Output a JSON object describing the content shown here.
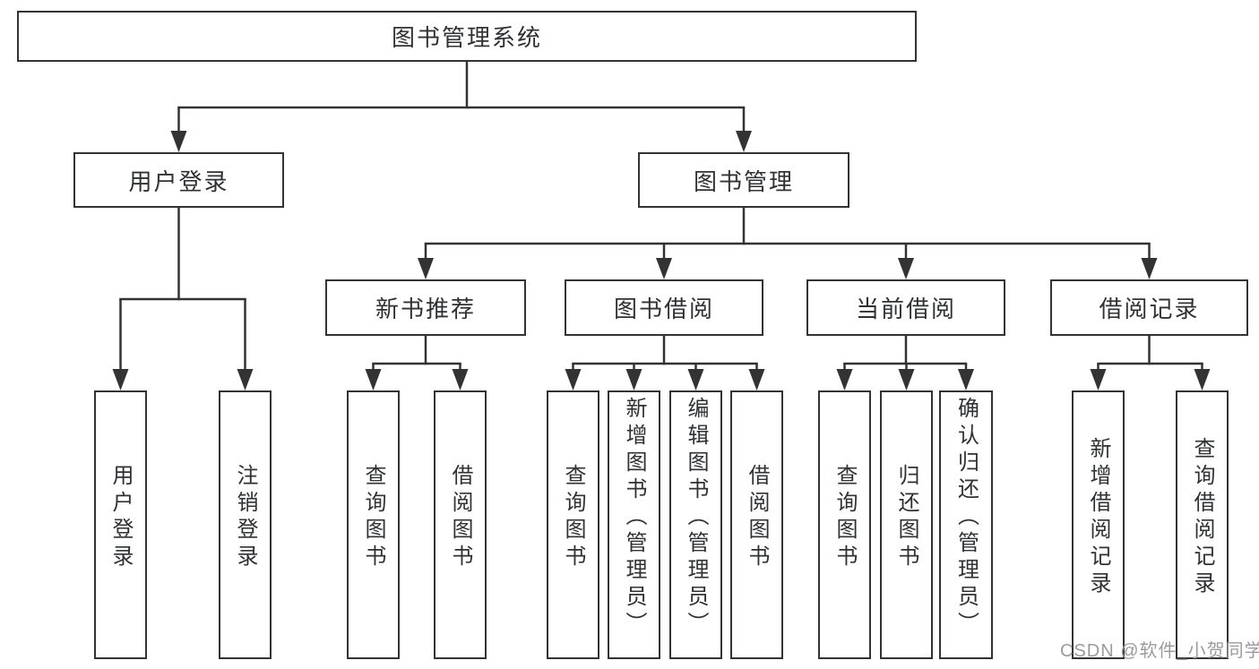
{
  "diagram_title": "图书管理系统",
  "nodes": {
    "root": {
      "label": "图书管理系统"
    },
    "user-login": {
      "label": "用户登录"
    },
    "book-mgmt": {
      "label": "图书管理"
    },
    "new-book-rec": {
      "label": "新书推荐"
    },
    "book-borrow": {
      "label": "图书借阅"
    },
    "current-borrow": {
      "label": "当前借阅"
    },
    "borrow-records": {
      "label": "借阅记录"
    },
    "user-login-leaf": {
      "label": "用户登录"
    },
    "logout-leaf": {
      "label": "注销登录"
    },
    "rec-query-books": {
      "label": "查询图书"
    },
    "rec-borrow-books": {
      "label": "借阅图书"
    },
    "bb-query-books": {
      "label": "查询图书"
    },
    "bb-add-books": {
      "label": "新增图书（管理员）"
    },
    "bb-edit-books": {
      "label": "编辑图书（管理员）"
    },
    "bb-borrow-books": {
      "label": "借阅图书"
    },
    "cb-query-books": {
      "label": "查询图书"
    },
    "cb-return-books": {
      "label": "归还图书"
    },
    "cb-confirm-return": {
      "label": "确认归还（管理员）"
    },
    "br-add-record": {
      "label": "新增借阅记录"
    },
    "br-query-record": {
      "label": "查询借阅记录"
    }
  },
  "edges": [
    [
      "root",
      "user-login"
    ],
    [
      "root",
      "book-mgmt"
    ],
    [
      "user-login",
      "user-login-leaf"
    ],
    [
      "user-login",
      "logout-leaf"
    ],
    [
      "book-mgmt",
      "new-book-rec"
    ],
    [
      "book-mgmt",
      "book-borrow"
    ],
    [
      "book-mgmt",
      "current-borrow"
    ],
    [
      "book-mgmt",
      "borrow-records"
    ],
    [
      "new-book-rec",
      "rec-query-books"
    ],
    [
      "new-book-rec",
      "rec-borrow-books"
    ],
    [
      "book-borrow",
      "bb-query-books"
    ],
    [
      "book-borrow",
      "bb-add-books"
    ],
    [
      "book-borrow",
      "bb-edit-books"
    ],
    [
      "book-borrow",
      "bb-borrow-books"
    ],
    [
      "current-borrow",
      "cb-query-books"
    ],
    [
      "current-borrow",
      "cb-return-books"
    ],
    [
      "current-borrow",
      "cb-confirm-return"
    ],
    [
      "borrow-records",
      "br-add-record"
    ],
    [
      "borrow-records",
      "br-query-record"
    ]
  ],
  "watermark": {
    "text": "CSDN @软件_小贺同学"
  },
  "colors": {
    "line": "#333333",
    "box_background": "#ffffff",
    "text": "#2f3133",
    "watermark": "#9a9b9e"
  }
}
